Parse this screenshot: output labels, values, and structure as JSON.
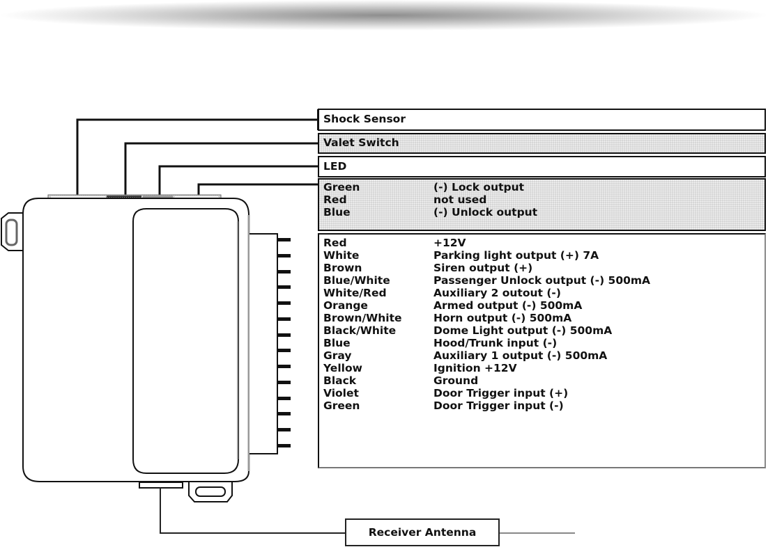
{
  "diagram": {
    "title": "Alarm module wiring diagram",
    "connectors": {
      "shock_sensor": {
        "label": "Shock Sensor"
      },
      "valet_switch": {
        "label": "Valet Switch"
      },
      "led": {
        "label": "LED"
      },
      "lock_harness": {
        "rows": [
          {
            "wire": "Green",
            "function": "(-) Lock output"
          },
          {
            "wire": "Red",
            "function": "not used"
          },
          {
            "wire": "Blue",
            "function": "(-) Unlock output"
          }
        ]
      },
      "main_harness": {
        "pin_count": 14,
        "rows": [
          {
            "wire": "Red",
            "function": "+12V"
          },
          {
            "wire": "White",
            "function": "Parking light output (+) 7A"
          },
          {
            "wire": "Brown",
            "function": "Siren output (+)"
          },
          {
            "wire": "Blue/White",
            "function": "Passenger Unlock output (-) 500mA"
          },
          {
            "wire": "White/Red",
            "function": "Auxiliary 2 outout (-)"
          },
          {
            "wire": "Orange",
            "function": "Armed output (-) 500mA"
          },
          {
            "wire": "Brown/White",
            "function": "Horn output (-) 500mA"
          },
          {
            "wire": "Black/White",
            "function": "Dome Light output (-) 500mA"
          },
          {
            "wire": "Blue",
            "function": "Hood/Trunk input (-)"
          },
          {
            "wire": "Gray",
            "function": "Auxiliary 1 output (-) 500mA"
          },
          {
            "wire": "Yellow",
            "function": "Ignition +12V"
          },
          {
            "wire": "Black",
            "function": "Ground"
          },
          {
            "wire": "Violet",
            "function": "Door Trigger input (+)"
          },
          {
            "wire": "Green",
            "function": "Door Trigger input (-)"
          }
        ]
      },
      "receiver_antenna": {
        "label": "Receiver Antenna"
      }
    },
    "colors": {
      "line": "#111111",
      "dotted_fill": "#d6d6d6",
      "label_fill": "#ffffff"
    }
  }
}
